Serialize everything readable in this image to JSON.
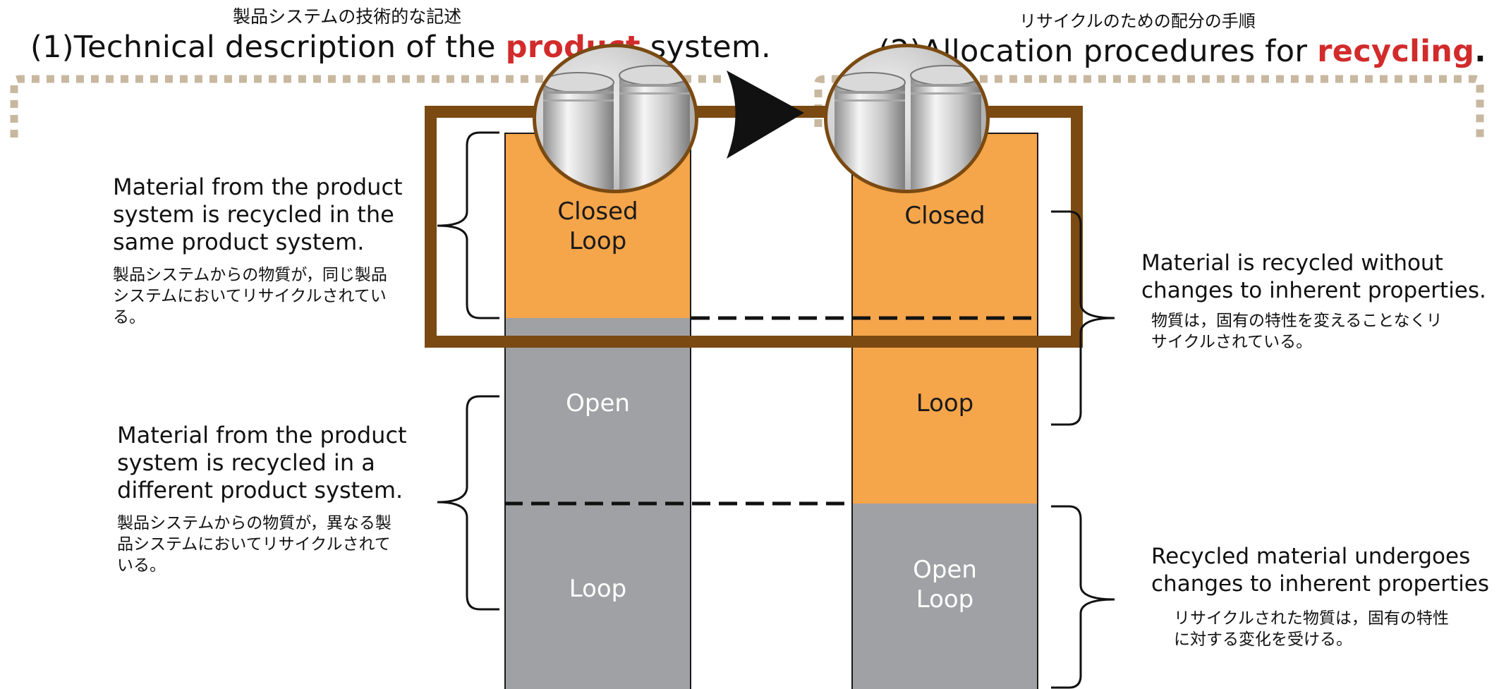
{
  "left_heading": {
    "jp": "製品システムの技術的な記述",
    "en_prefix": "(1)Technical description of the ",
    "en_highlight": "product",
    "en_suffix": " system."
  },
  "right_heading": {
    "jp": "リサイクルのための配分の手順",
    "en_prefix": "(2)Allocation procedures for ",
    "en_highlight": "recycling",
    "en_suffix": "."
  },
  "left_column": {
    "top_label": "Closed\nLoop",
    "middle_label": "Open",
    "bottom_label": "Loop"
  },
  "right_column": {
    "top_label": "Closed",
    "middle_label": "Loop",
    "bottom_label": "Open\nLoop"
  },
  "left_annotations": {
    "closed_en": "Material from the product system is recycled in the same product system.",
    "closed_jp": "製品システムからの物質が，同じ製品システムにおいてリサイクルされている。",
    "open_en": "Material from the product system is recycled in a different product system.",
    "open_jp": "製品システムからの物質が，異なる製品システムにおいてリサイクルされている。"
  },
  "right_annotations": {
    "closed_en": "Material is recycled without changes to inherent properties.",
    "closed_jp": "物質は，固有の特性を変えることなくリサイクルされている。",
    "open_en": "Recycled material undergoes changes to inherent properties",
    "open_jp": "リサイクルされた物質は，固有の特性に対する変化を受ける。"
  },
  "colors": {
    "orange": "#f5a54a",
    "gray": "#a0a1a4",
    "brown": "#7a4a12",
    "highlight_red": "#d22b2b",
    "dashed_frame": "#c8b8a0"
  },
  "icons": [
    "aluminum-can-image",
    "arrow-right-icon"
  ]
}
